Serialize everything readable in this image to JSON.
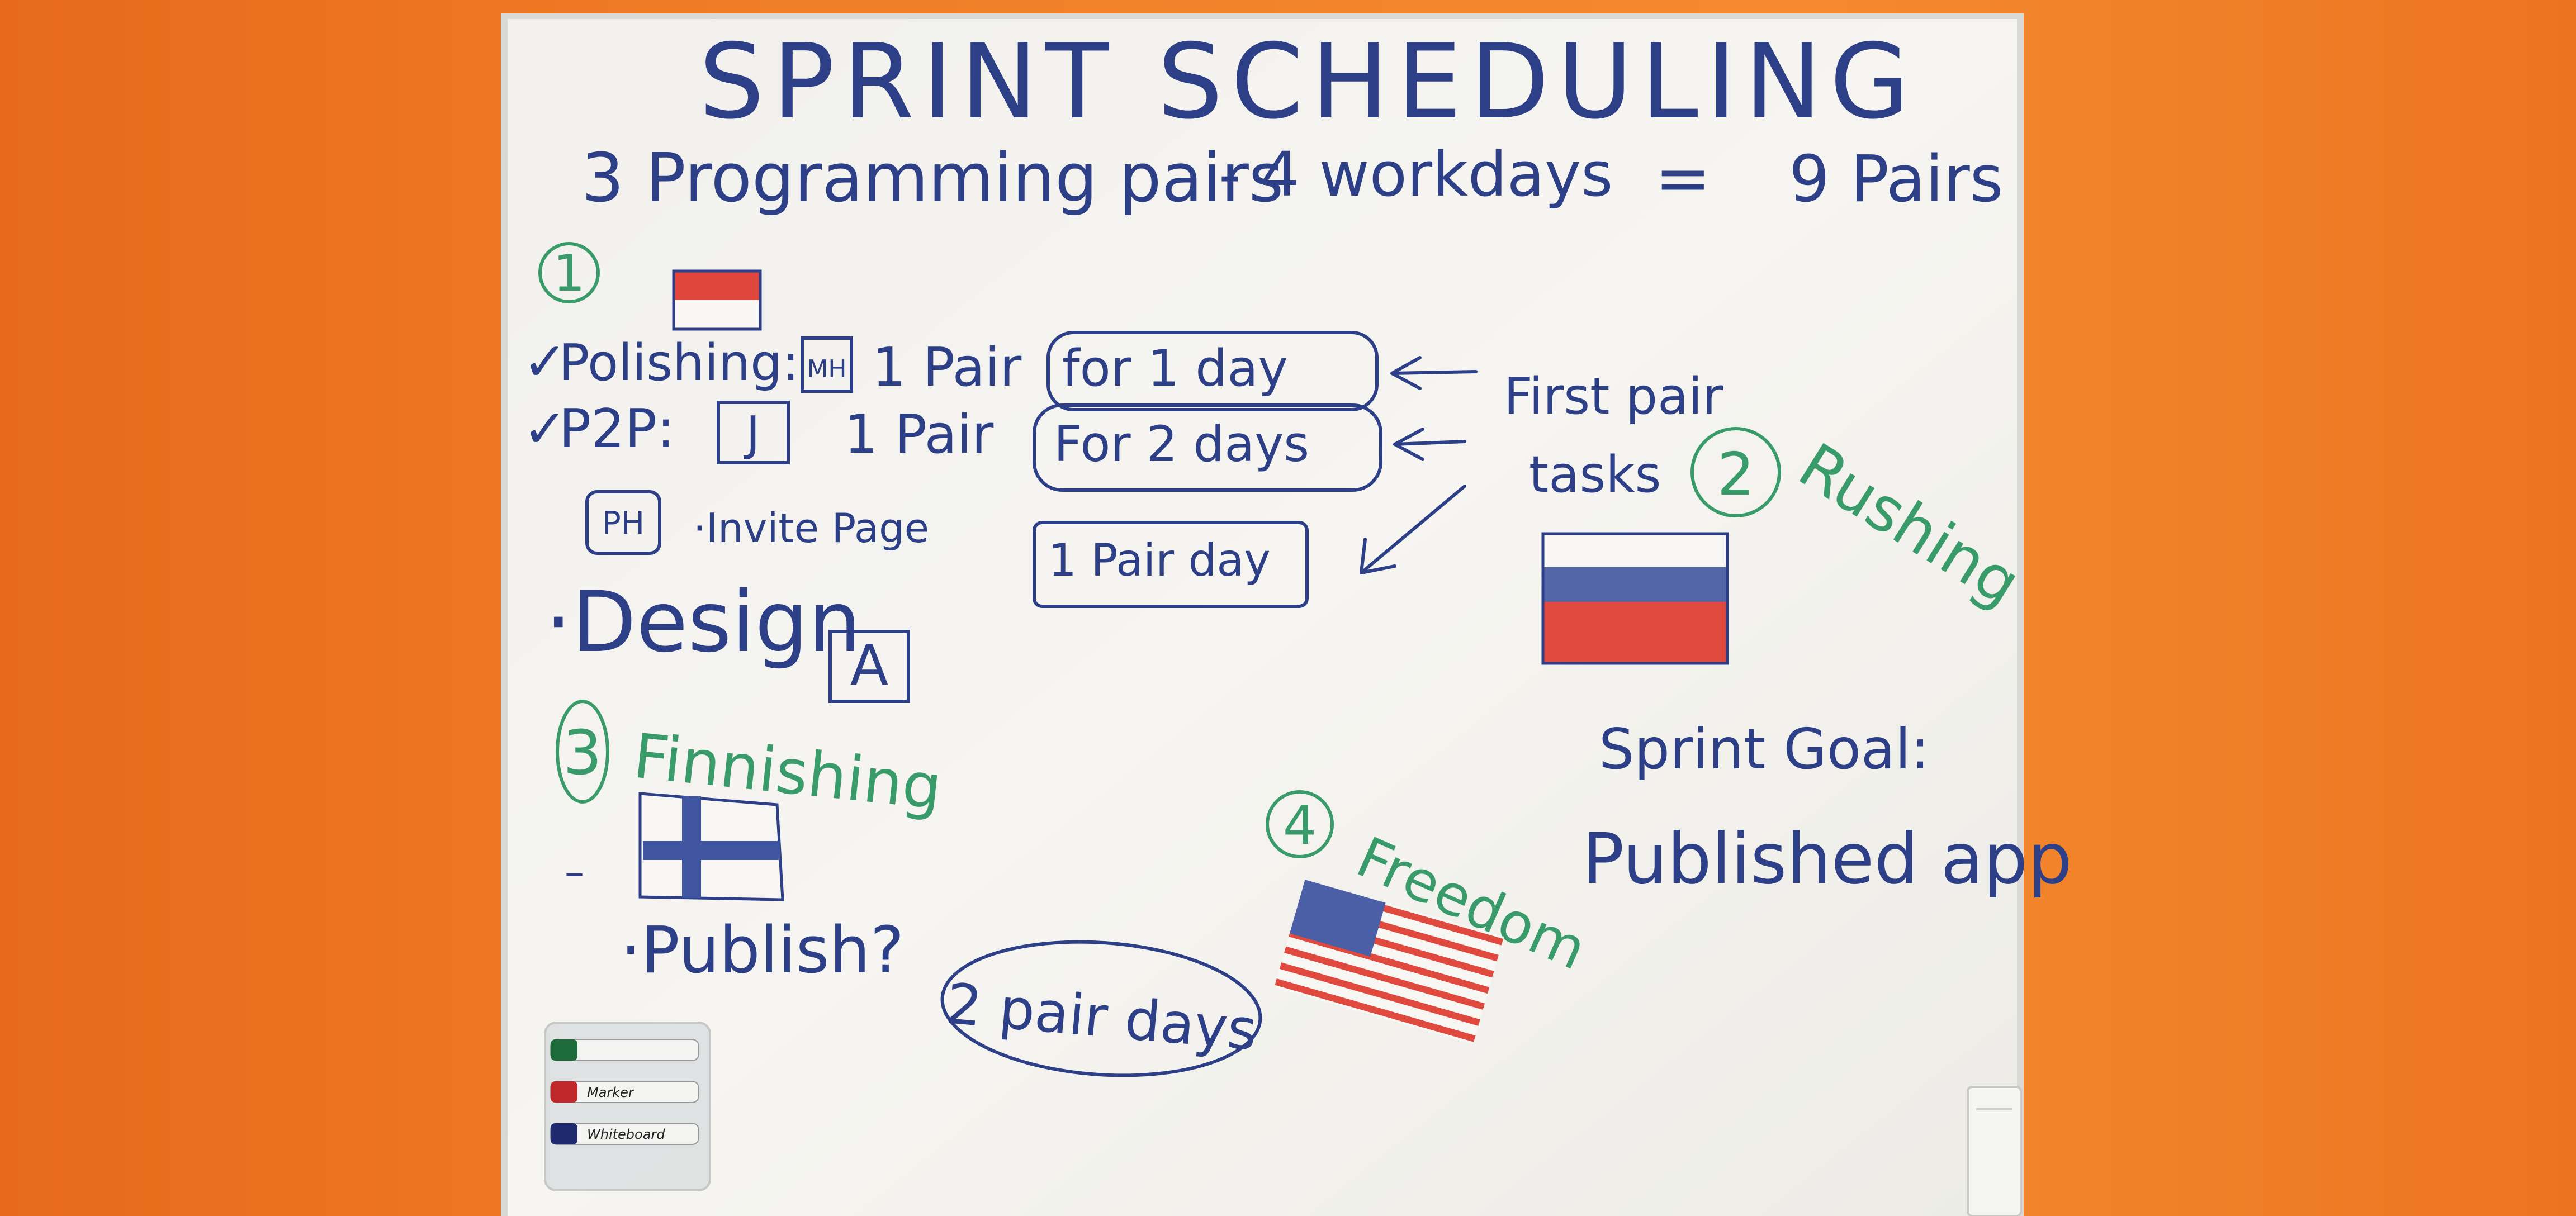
{
  "title": "SPRINT SCHEDULING",
  "capacity": {
    "pairs": "3 Programming pairs",
    "days": "- 4 workdays",
    "equals": "=",
    "total": "9 Pairs"
  },
  "phase1": {
    "number": "1",
    "rows": [
      {
        "check": "✓",
        "label": "Polishing:",
        "badge": "MH",
        "pairs": "1 Pair",
        "duration": "for 1 day"
      },
      {
        "check": "✓",
        "label": "P2P:",
        "badge": "J",
        "pairs": "1 Pair",
        "duration": "For 2 days"
      },
      {
        "check": "",
        "label": "·Invite Page",
        "badge": "PH",
        "pairs": "",
        "duration": "1 Pair day"
      }
    ],
    "design_label": "·Design",
    "design_badge": "A"
  },
  "first_pair_tasks": {
    "line1": "First pair",
    "line2": "tasks"
  },
  "phase2": {
    "number": "2",
    "label": "Rushing"
  },
  "sprint_goal": {
    "label": "Sprint Goal:",
    "value": "Published app"
  },
  "phase3": {
    "number": "3",
    "label": "Finnishing",
    "dash": "–",
    "item": "·Publish?",
    "bubble": "2 pair days"
  },
  "phase4": {
    "number": "4",
    "label": "Freedom"
  },
  "markers": [
    {
      "label": "",
      "cap_color": "#1d6b3b"
    },
    {
      "label": "Marker",
      "cap_color": "#c0282b"
    },
    {
      "label": "Whiteboard",
      "cap_color": "#1f2a6e"
    }
  ],
  "colors": {
    "ink_blue": "#2d3f86",
    "ink_green": "#3a9b6a",
    "ink_red": "#d8382f",
    "wall_orange": "#f08a2c",
    "board": "#f4f3ef"
  }
}
